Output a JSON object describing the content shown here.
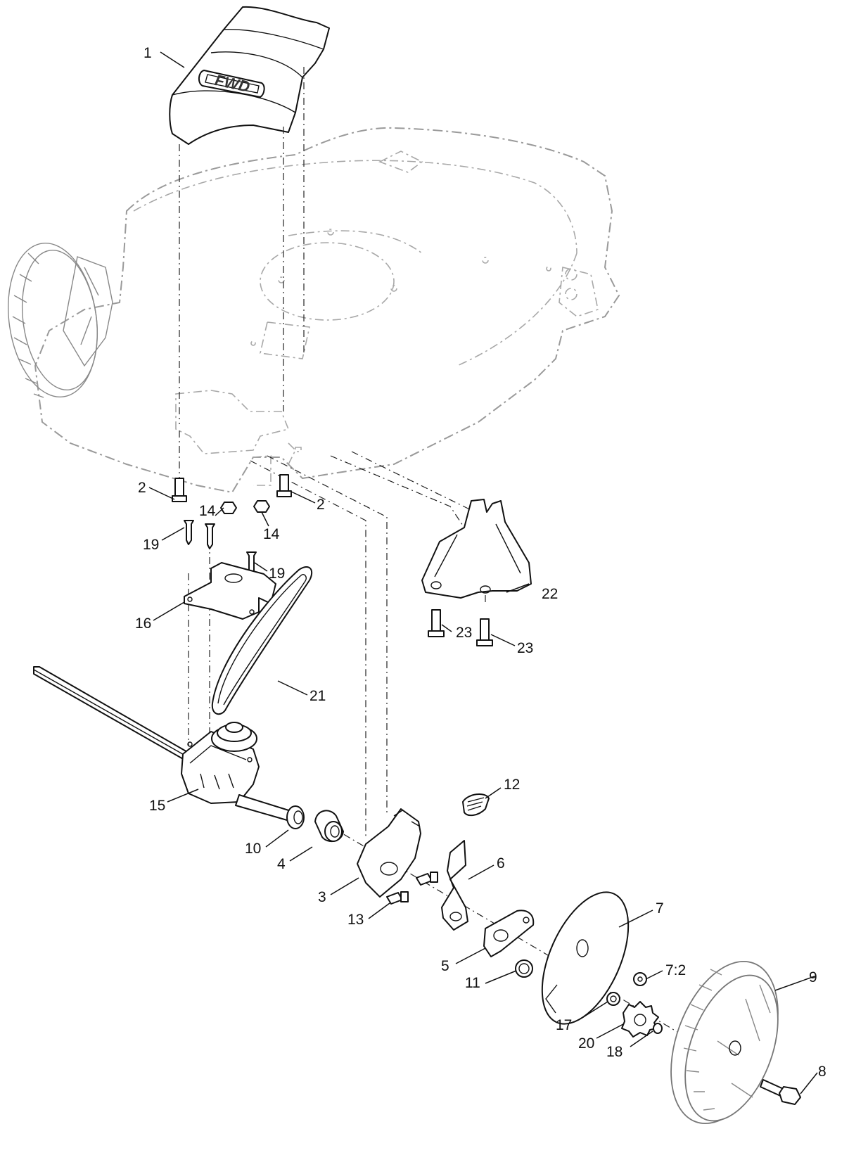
{
  "logo": {
    "text": "FWD"
  },
  "callouts": {
    "p1": "1",
    "p2a": "2",
    "p2b": "2",
    "p3": "3",
    "p4": "4",
    "p5": "5",
    "p6": "6",
    "p7": "7",
    "p7_2": "7:2",
    "p8": "8",
    "p9": "9",
    "p10": "10",
    "p11": "11",
    "p12": "12",
    "p13": "13",
    "p14a": "14",
    "p14b": "14",
    "p15": "15",
    "p16": "16",
    "p17": "17",
    "p18": "18",
    "p19a": "19",
    "p19b": "19",
    "p20": "20",
    "p21": "21",
    "p22": "22",
    "p23a": "23",
    "p23b": "23"
  }
}
